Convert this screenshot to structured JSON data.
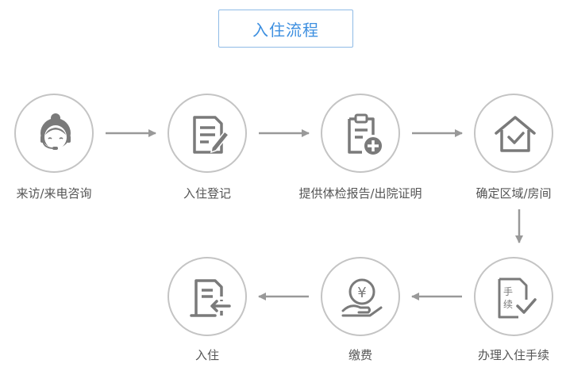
{
  "title": "入住流程",
  "colors": {
    "accent": "#3d8fe0",
    "border": "#c4c4c4",
    "icon": "#7a7a7a",
    "arrow": "#999999"
  },
  "steps": [
    {
      "label": "来访/来电咨询",
      "icon": "customer-service-icon"
    },
    {
      "label": "入住登记",
      "icon": "register-form-icon"
    },
    {
      "label": "提供体检报告/出院证明",
      "icon": "medical-clipboard-icon"
    },
    {
      "label": "确定区域/房间",
      "icon": "house-check-icon"
    },
    {
      "label": "办理入住手续",
      "icon": "procedure-document-icon",
      "icon_text": [
        "手",
        "续"
      ]
    },
    {
      "label": "缴费",
      "icon": "payment-coin-icon",
      "icon_text": "¥"
    },
    {
      "label": "入住",
      "icon": "check-in-document-icon"
    }
  ]
}
